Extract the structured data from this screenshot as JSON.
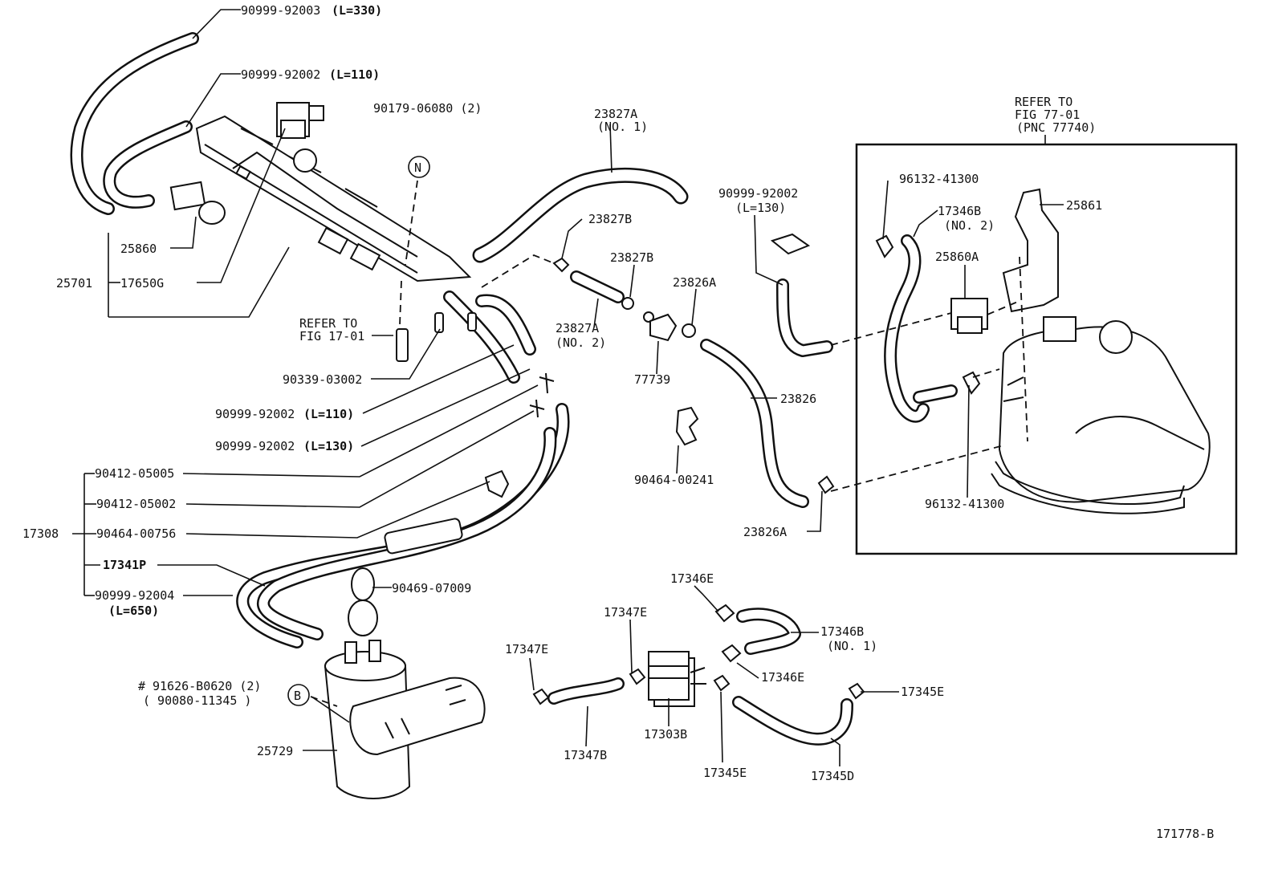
{
  "diagram_id": "171778-B",
  "callouts": {
    "c_90999_92003": "90999-92003",
    "c_90999_92003_len": "(L=330)",
    "c_90999_92002_a": "90999-92002",
    "c_90999_92002_a_len": "(L=110)",
    "c_90179": "90179-06080 (2)",
    "c_N": "N",
    "c_25860": "25860",
    "c_25701": "25701",
    "c_17650G": "17650G",
    "c_refer_17_a": "REFER TO",
    "c_refer_17_b": "FIG 17-01",
    "c_90339": "90339-03002",
    "c_90999_92002_b": "90999-92002",
    "c_90999_92002_b_len": "(L=110)",
    "c_90999_92002_c": "90999-92002",
    "c_90999_92002_c_len": "(L=130)",
    "c_90412_05005": "90412-05005",
    "c_90412_05002": "90412-05002",
    "c_17308": "17308",
    "c_90464_00756": "90464-00756",
    "c_17341P": "17341P",
    "c_90999_92004": "90999-92004",
    "c_90999_92004_len": "(L=650)",
    "c_90469": "90469-07009",
    "c_91626_hash": "#",
    "c_91626": "91626-B0620 (2)",
    "c_90080": "( 90080-11345 )",
    "c_B": "B",
    "c_25729": "25729",
    "c_23827A_1": "23827A",
    "c_23827A_1_no": "(NO. 1)",
    "c_23827B_a": "23827B",
    "c_23827B_b": "23827B",
    "c_23827A_2": "23827A",
    "c_23827A_2_no": "(NO. 2)",
    "c_23826A_a": "23826A",
    "c_77739": "77739",
    "c_23826": "23826",
    "c_90464_00241": "90464-00241",
    "c_23826A_b": "23826A",
    "c_90999_92002_d": "90999-92002",
    "c_90999_92002_d_len": "(L=130)",
    "c_refer_77_a": "REFER TO",
    "c_refer_77_b": "FIG 77-01",
    "c_refer_77_c": "(PNC 77740)",
    "c_96132_a": "96132-41300",
    "c_17346B_2": "17346B",
    "c_17346B_2_no": "(NO. 2)",
    "c_25861": "25861",
    "c_25860A": "25860A",
    "c_96132_b": "96132-41300",
    "c_17346E_a": "17346E",
    "c_17347E_a": "17347E",
    "c_17347E_b": "17347E",
    "c_17346B_1": "17346B",
    "c_17346B_1_no": "(NO. 1)",
    "c_17346E_b": "17346E",
    "c_17345E_a": "17345E",
    "c_17303B": "17303B",
    "c_17347B": "17347B",
    "c_17345E_b": "17345E",
    "c_17345D": "17345D"
  }
}
